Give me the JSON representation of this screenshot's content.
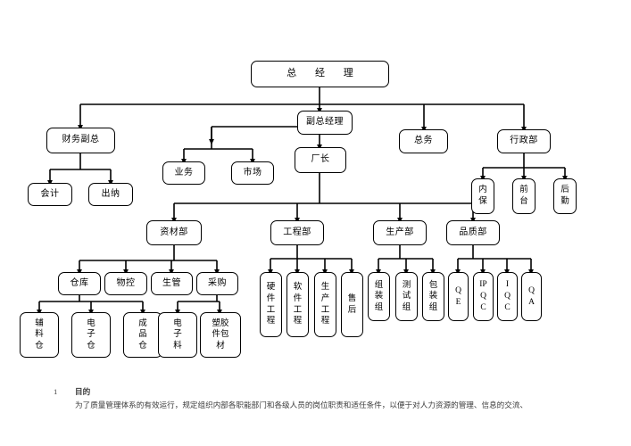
{
  "document": {
    "title": "组织架构图",
    "background_color": "#ffffff",
    "line_color": "#000000"
  },
  "org_chart": {
    "root": {
      "id": "gm",
      "label": "总 经 理"
    },
    "nodes": [
      {
        "id": "gm",
        "label": "总 经 理",
        "orientation": "horizontal"
      },
      {
        "id": "fin_vp",
        "label": "财务副总",
        "orientation": "horizontal"
      },
      {
        "id": "accounting",
        "label": "会计",
        "orientation": "horizontal"
      },
      {
        "id": "cashier",
        "label": "出纳",
        "orientation": "horizontal"
      },
      {
        "id": "deputy_gm",
        "label": "副总经理",
        "orientation": "horizontal"
      },
      {
        "id": "sales",
        "label": "业务",
        "orientation": "horizontal"
      },
      {
        "id": "market",
        "label": "市场",
        "orientation": "horizontal"
      },
      {
        "id": "plant_mgr",
        "label": "厂长",
        "orientation": "horizontal"
      },
      {
        "id": "general_affairs",
        "label": "总务",
        "orientation": "horizontal"
      },
      {
        "id": "admin",
        "label": "行政部",
        "orientation": "horizontal"
      },
      {
        "id": "security",
        "label": "内保",
        "orientation": "vertical"
      },
      {
        "id": "reception",
        "label": "前台",
        "orientation": "vertical"
      },
      {
        "id": "logistics",
        "label": "后勤",
        "orientation": "vertical"
      },
      {
        "id": "materials",
        "label": "资材部",
        "orientation": "horizontal"
      },
      {
        "id": "warehouse",
        "label": "仓库",
        "orientation": "horizontal"
      },
      {
        "id": "mat_ctrl",
        "label": "物控",
        "orientation": "horizontal"
      },
      {
        "id": "prod_ctrl",
        "label": "生管",
        "orientation": "horizontal"
      },
      {
        "id": "purchase",
        "label": "采购",
        "orientation": "horizontal"
      },
      {
        "id": "aux_wh",
        "label": "辅料仓",
        "orientation": "vertical"
      },
      {
        "id": "elec_wh",
        "label": "电子仓",
        "orientation": "vertical"
      },
      {
        "id": "fg_wh",
        "label": "成品仓",
        "orientation": "vertical"
      },
      {
        "id": "elec_mat",
        "label": "电子料",
        "orientation": "vertical"
      },
      {
        "id": "plastic_pkg",
        "label": "塑胶件包材",
        "orientation": "vertical-wide"
      },
      {
        "id": "engineering",
        "label": "工程部",
        "orientation": "horizontal"
      },
      {
        "id": "hw_eng",
        "label": "硬件工程",
        "orientation": "vertical"
      },
      {
        "id": "sw_eng",
        "label": "软件工程",
        "orientation": "vertical"
      },
      {
        "id": "pe_eng",
        "label": "生产工程",
        "orientation": "vertical"
      },
      {
        "id": "after_sale",
        "label": "售后",
        "orientation": "vertical"
      },
      {
        "id": "production",
        "label": "生产部",
        "orientation": "horizontal"
      },
      {
        "id": "assembly",
        "label": "组装组",
        "orientation": "vertical"
      },
      {
        "id": "testing",
        "label": "测试组",
        "orientation": "vertical"
      },
      {
        "id": "packaging",
        "label": "包装组",
        "orientation": "vertical"
      },
      {
        "id": "quality",
        "label": "品质部",
        "orientation": "horizontal"
      },
      {
        "id": "qe",
        "label": "QE",
        "orientation": "vertical"
      },
      {
        "id": "ipqc",
        "label": "IPQC",
        "orientation": "vertical"
      },
      {
        "id": "iqc",
        "label": "IQC",
        "orientation": "vertical"
      },
      {
        "id": "qa",
        "label": "QA",
        "orientation": "vertical"
      }
    ]
  },
  "footer": {
    "number": "1",
    "heading": "目的",
    "body": "为了质量管理体系的有效运行，规定组织内部各职能部门和各级人员的岗位职责和适任条件，以便于对人力资源的管理、信息的交流、"
  }
}
